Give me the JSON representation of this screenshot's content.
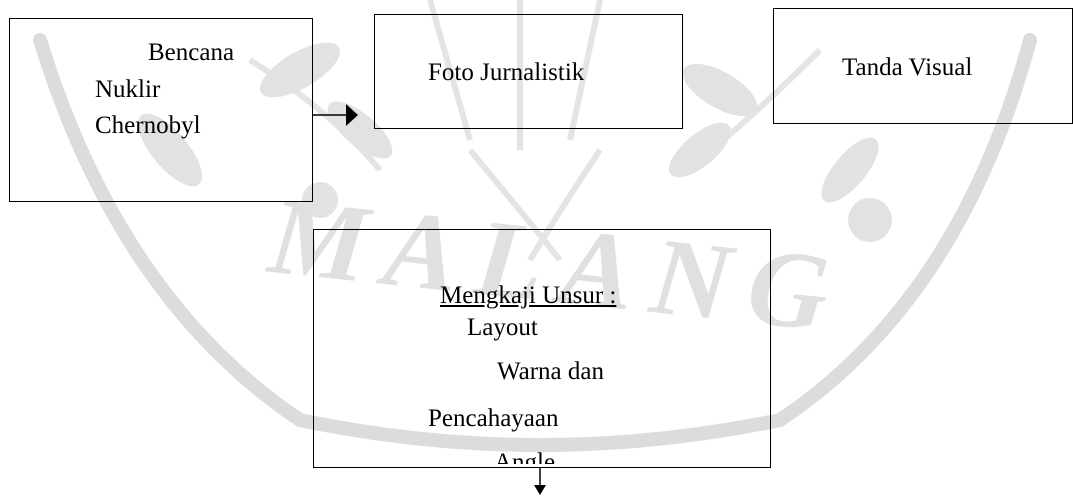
{
  "watermark": {
    "text": "MALANG",
    "color": "#d9d9d9"
  },
  "nodes": {
    "source": {
      "line1": "Bencana",
      "line2": "Nuklir",
      "line3": "Chernobyl"
    },
    "photo": {
      "label": "Foto Jurnalistik"
    },
    "visual": {
      "label": "Tanda Visual"
    },
    "analysis": {
      "heading": "Mengkaji Unsur :",
      "item1": "Layout",
      "item2": "Warna dan",
      "item3": "Pencahayaan",
      "item4": "Angle"
    }
  },
  "colors": {
    "stroke": "#000000",
    "text": "#000000",
    "background": "#ffffff"
  }
}
